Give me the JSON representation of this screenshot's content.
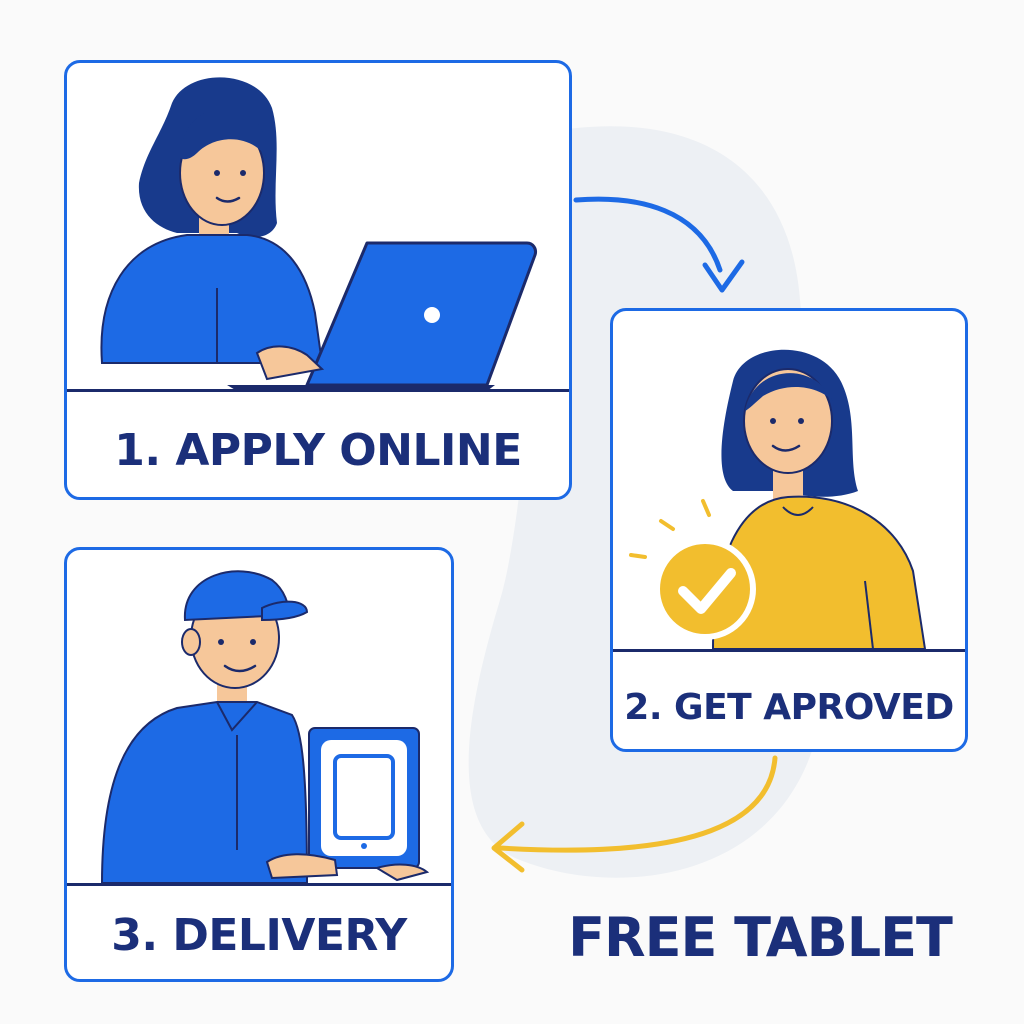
{
  "steps": [
    {
      "label": "1. APPLY ONLINE"
    },
    {
      "label": "2. GET APROVED"
    },
    {
      "label": "3. DELIVERY"
    }
  ],
  "footer": {
    "title": "FREE TABLET"
  },
  "colors": {
    "primary_blue": "#1d6ae5",
    "navy": "#1b2f7a",
    "yellow": "#f2be2e",
    "skin": "#f6c79a",
    "background_blob": "#edf0f4"
  },
  "icons": [
    "laptop-icon",
    "checkmark-badge-icon",
    "tablet-icon",
    "arrow-right-down-icon",
    "arrow-left-icon"
  ]
}
